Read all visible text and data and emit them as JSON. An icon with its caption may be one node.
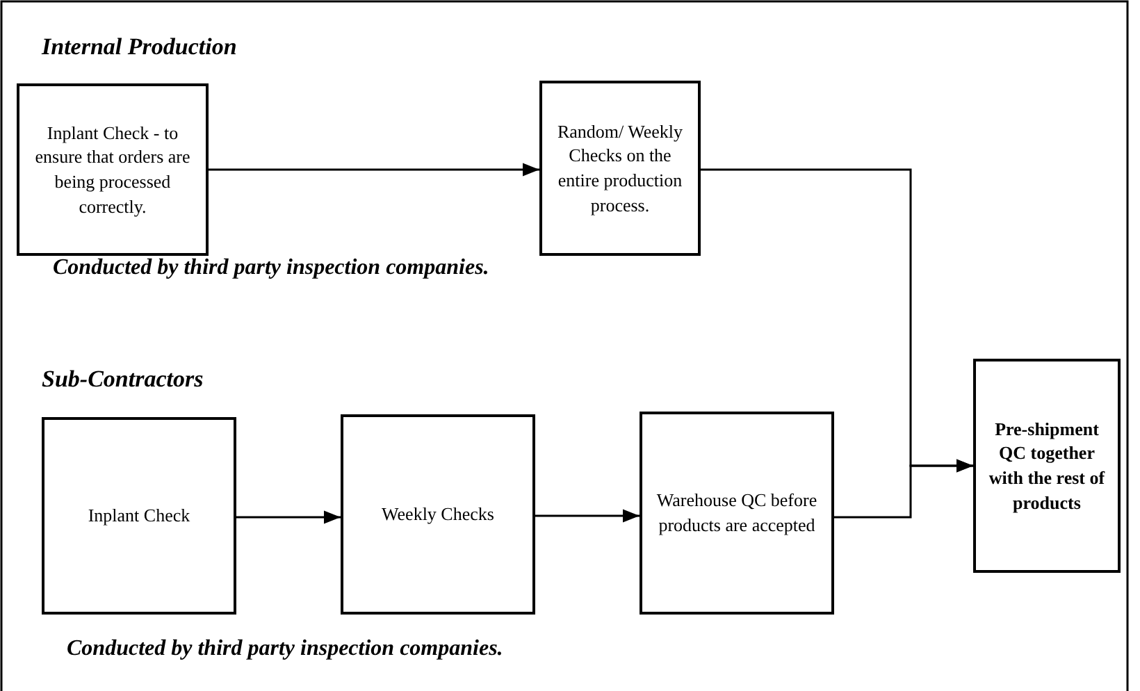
{
  "diagram": {
    "nodes": [
      {
        "text": [
          "Inplant Check - to ensure that orders are being processed correctly."
        ]
      },
      {
        "text": [
          "Random/ Weekly Checks on the entire production process."
        ]
      },
      {
        "text": [
          "Pre-shipment QC together with the rest of products"
        ]
      },
      {
        "text": [
          "Inplant Check"
        ]
      },
      {
        "text": [
          "Weekly Checks"
        ]
      },
      {
        "text": [
          "Warehouse QC before products are accepted"
        ]
      }
    ],
    "edges": [
      {
        "from": 0,
        "to": 1,
        "arrow": "to"
      },
      {
        "from": 1,
        "to": 2,
        "arrow": "to"
      },
      {
        "from": 5,
        "to": 2,
        "arrow": "to"
      },
      {
        "from": 3,
        "to": 4,
        "arrow": "to"
      },
      {
        "from": 4,
        "to": 5,
        "arrow": "to"
      }
    ],
    "labels": [
      "Internal Production",
      "Conducted by third party inspection companies.",
      "Sub-Contractors",
      "Conducted by third party inspection companies."
    ]
  }
}
